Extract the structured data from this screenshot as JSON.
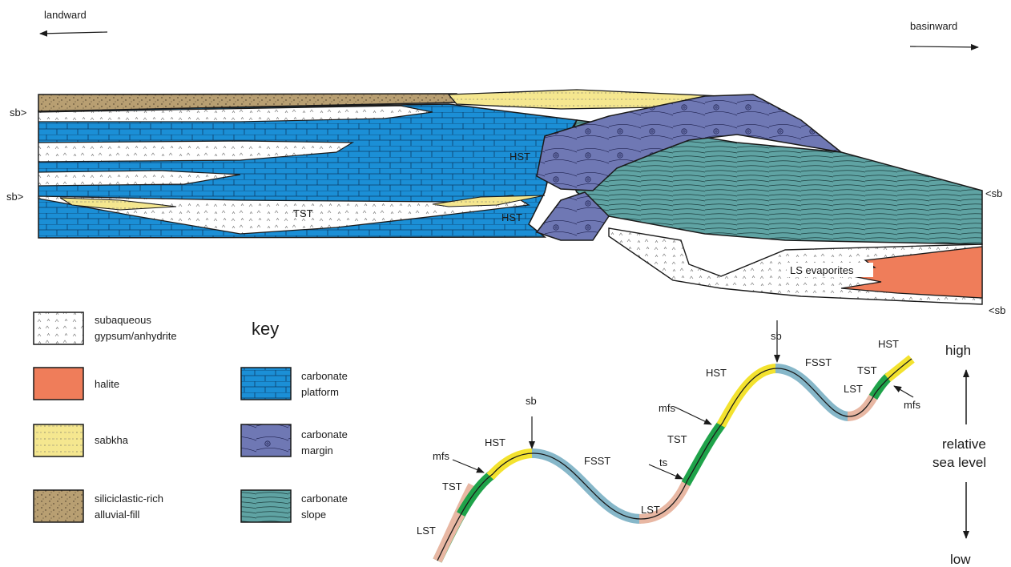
{
  "direction": {
    "left": "landward",
    "right": "basinward"
  },
  "cross_section": {
    "sb_left_upper": "sb>",
    "sb_left_lower": "sb>",
    "sb_right_upper": "<sb",
    "sb_right_lower": "<sb",
    "hst_upper": "HST",
    "hst_lower": "HST",
    "tst": "TST",
    "ls_evaporites": "LS evaporites"
  },
  "key": {
    "title": "key",
    "items": [
      {
        "id": "gypsum",
        "label_lines": [
          "subaqueous",
          "gypsum/anhydrite"
        ],
        "color": "#ffffff"
      },
      {
        "id": "halite",
        "label_lines": [
          "halite"
        ],
        "color": "#ef7d5a"
      },
      {
        "id": "sabkha",
        "label_lines": [
          "sabkha"
        ],
        "color": "#f5e78f"
      },
      {
        "id": "siliciclastic",
        "label_lines": [
          "siliciclastic-rich",
          "alluvial-fill"
        ],
        "color": "#b89f72"
      },
      {
        "id": "platform",
        "label_lines": [
          "carbonate",
          "platform"
        ],
        "color": "#1b8fd6"
      },
      {
        "id": "margin",
        "label_lines": [
          "carbonate",
          "margin"
        ],
        "color": "#6f78b4"
      },
      {
        "id": "slope",
        "label_lines": [
          "carbonate",
          "slope"
        ],
        "color": "#5fa3a3"
      }
    ]
  },
  "sea_level_curve": {
    "tracts": {
      "lst1": "LST",
      "tst1": "TST",
      "mfs1": "mfs",
      "hst1": "HST",
      "sb1": "sb",
      "fsst1": "FSST",
      "ts": "ts",
      "lst2": "LST",
      "tst2": "TST",
      "mfs2": "mfs",
      "hst2": "HST",
      "sb2": "sb",
      "fsst2": "FSST",
      "lst3": "LST",
      "tst3": "TST",
      "mfs3": "mfs",
      "hst3": "HST"
    },
    "colors": {
      "lst": "#e8b7a3",
      "tst": "#1fa34a",
      "hst": "#f3e22e",
      "fsst": "#86b7c9"
    },
    "axis": {
      "high": "high",
      "relative_lines": [
        "relative",
        "sea level"
      ],
      "low": "low"
    }
  }
}
